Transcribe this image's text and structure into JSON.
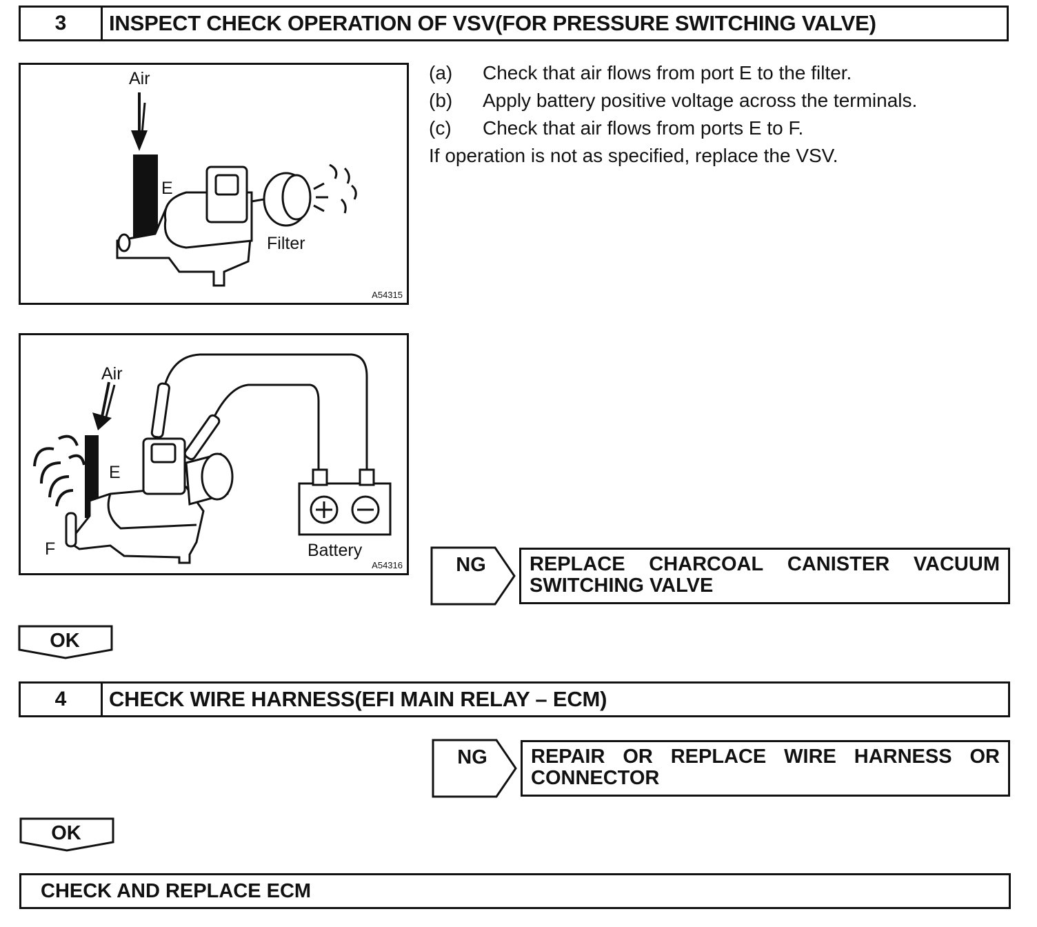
{
  "step3": {
    "number": "3",
    "title": "INSPECT CHECK OPERATION OF VSV(FOR PRESSURE SWITCHING VALVE)"
  },
  "figure1": {
    "code": "A54315",
    "labels": {
      "air": "Air",
      "port_e": "E",
      "filter": "Filter"
    }
  },
  "figure2": {
    "code": "A54316",
    "labels": {
      "air": "Air",
      "port_e": "E",
      "port_f": "F",
      "battery": "Battery"
    }
  },
  "instructions": {
    "items": [
      {
        "label": "(a)",
        "text": "Check that air flows from port E to the filter."
      },
      {
        "label": "(b)",
        "text": "Apply battery positive voltage across the terminals."
      },
      {
        "label": "(c)",
        "text": "Check that air flows from ports E to F."
      }
    ],
    "note": "If operation is not as specified, replace the VSV."
  },
  "ng1": {
    "tab": "NG",
    "line1": [
      "REPLACE",
      "CHARCOAL",
      "CANISTER",
      "VACUUM"
    ],
    "line2": "SWITCHING VALVE"
  },
  "ok1": {
    "label": "OK"
  },
  "step4": {
    "number": "4",
    "title": "CHECK WIRE HARNESS(EFI MAIN RELAY – ECM)"
  },
  "ng2": {
    "tab": "NG",
    "line1": [
      "REPAIR",
      "OR",
      "REPLACE",
      "WIRE",
      "HARNESS",
      "OR"
    ],
    "line2": "CONNECTOR"
  },
  "ok2": {
    "label": "OK"
  },
  "final": {
    "text": "CHECK AND REPLACE ECM"
  }
}
